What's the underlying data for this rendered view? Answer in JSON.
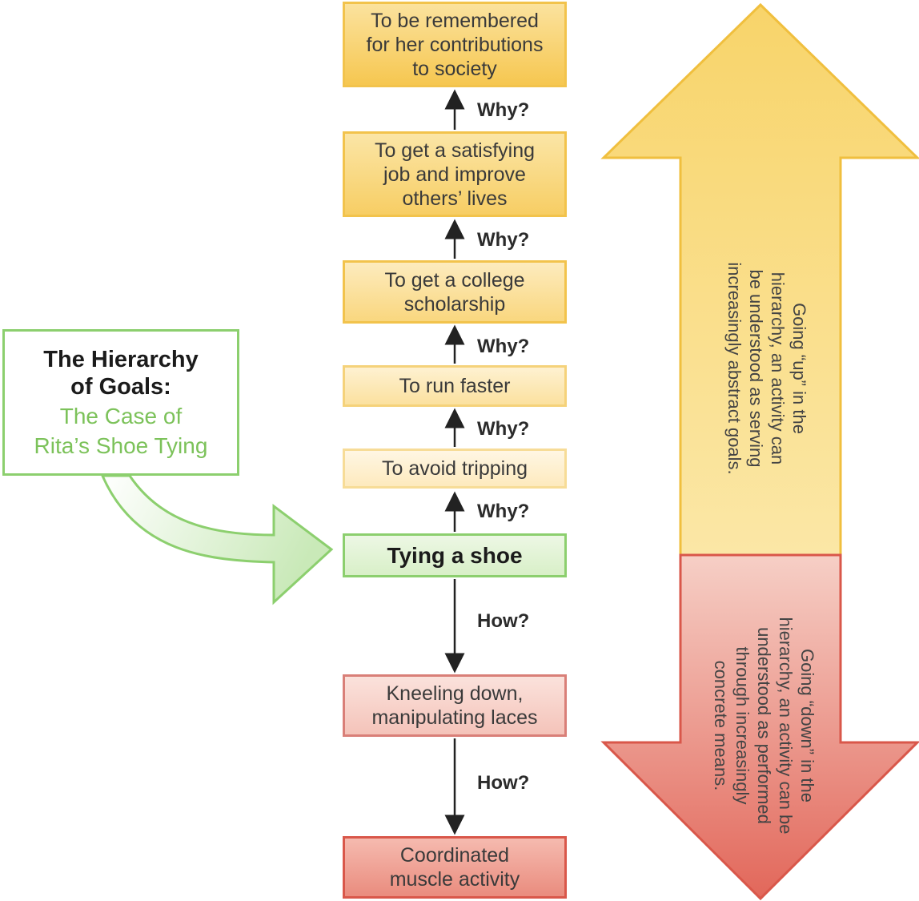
{
  "title": {
    "line1": "The Hierarchy",
    "line2": "of Goals:",
    "sub1": "The Case of",
    "sub2": "Rita’s Shoe Tying"
  },
  "boxes": [
    {
      "lines": [
        "To be remembered",
        "for her contributions",
        "to society"
      ]
    },
    {
      "lines": [
        "To get a satisfying",
        "job and improve",
        "others’ lives"
      ]
    },
    {
      "lines": [
        "To get a college",
        "scholarship"
      ]
    },
    {
      "lines": [
        "To run faster"
      ]
    },
    {
      "lines": [
        "To avoid tripping"
      ]
    },
    {
      "lines": [
        "Tying a shoe"
      ]
    },
    {
      "lines": [
        "Kneeling down,",
        "manipulating laces"
      ]
    },
    {
      "lines": [
        "Coordinated",
        "muscle activity"
      ]
    }
  ],
  "connectors": {
    "why": "Why?",
    "how": "How?"
  },
  "side": {
    "up_lines": [
      "Going “up” in the",
      "hierarchy, an activity can",
      "be understood as serving",
      "increasingly abstract goals."
    ],
    "down_lines": [
      "Going “down” in the",
      "hierarchy, an activity can be",
      "understood as performed",
      "through increasingly",
      "concrete means."
    ]
  },
  "colors": {
    "up_fill": "#f9d66e",
    "down_fill": "#ee9a8e",
    "green": "#8ccf6e"
  }
}
